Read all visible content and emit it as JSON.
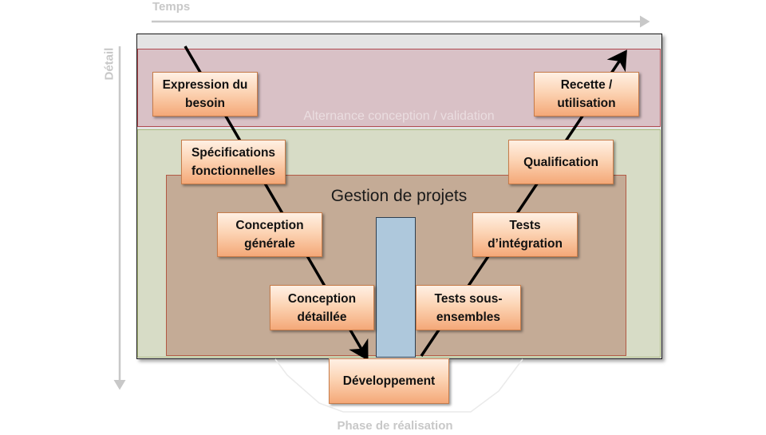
{
  "axes": {
    "time_label": "Temps",
    "detail_label": "Détail",
    "phase_label": "Phase de réalisation"
  },
  "zones": {
    "top_label": "Alternance conception / validation",
    "project_label": "Gestion de projets"
  },
  "steps": {
    "expression": "Expression du besoin",
    "specifications": "Spécifications fonctionnelles",
    "conception_generale": "Conception générale",
    "conception_detaillee": "Conception détaillée",
    "developpement": "Développement",
    "tests_sous_ensembles": "Tests sous-ensembles",
    "tests_integration": "Tests d’intégration",
    "qualification": "Qualification",
    "recette": "Recette / utilisation"
  },
  "colors": {
    "step_fill": "#fcd4b4",
    "step_border": "#c77c4a",
    "zone_top": "#d9c1c6",
    "zone_mid": "#d7dcc6",
    "zone_project": "#c4ab96",
    "dev_bar": "#aec8dc",
    "axis": "#c8c8c8"
  }
}
